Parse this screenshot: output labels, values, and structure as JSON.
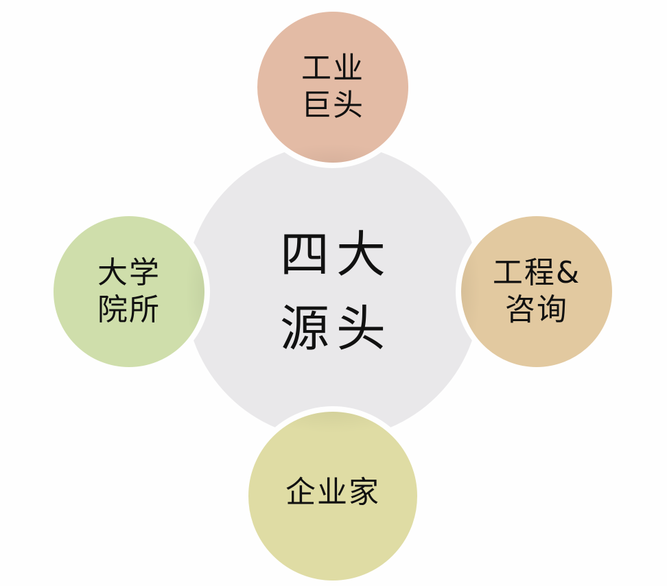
{
  "diagram": {
    "type": "hub-and-spoke",
    "center": {
      "label": "四大\n源头",
      "color": "#e9e8ea"
    },
    "nodes": [
      {
        "position": "top",
        "label": "工业\n巨头",
        "color": "#e3bba5"
      },
      {
        "position": "left",
        "label": "大学\n院所",
        "color": "#cfdeab"
      },
      {
        "position": "right",
        "label": "工程&\n咨询",
        "color": "#e2c9a0"
      },
      {
        "position": "bottom",
        "label": "企业家",
        "color": "#dfdca4"
      }
    ],
    "background": "#fefefe"
  }
}
